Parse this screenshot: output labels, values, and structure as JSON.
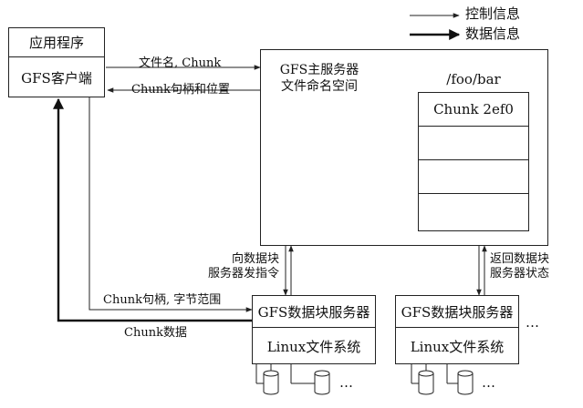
{
  "legend": {
    "control": "控制信息",
    "data": "数据信息"
  },
  "client": {
    "app": "应用程序",
    "gfs_client": "GFS客户端"
  },
  "master": {
    "title_line1": "GFS主服务器",
    "title_line2": "文件命名空间"
  },
  "namespace": {
    "path": "/foo/bar",
    "chunk": "Chunk 2ef0"
  },
  "arrows": {
    "file_name_chunk": "文件名, Chunk",
    "handle_location": "Chunk句柄和位置",
    "cmd_line1": "向数据块",
    "cmd_line2": "服务器发指令",
    "status_line1": "返回数据块",
    "status_line2": "服务器状态",
    "handle_range": "Chunk句柄, 字节范围",
    "chunk_data": "Chunk数据"
  },
  "chunkservers": [
    {
      "title": "GFS数据块服务器",
      "fs": "Linux文件系统"
    },
    {
      "title": "GFS数据块服务器",
      "fs": "Linux文件系统"
    }
  ],
  "ellipsis": "…"
}
